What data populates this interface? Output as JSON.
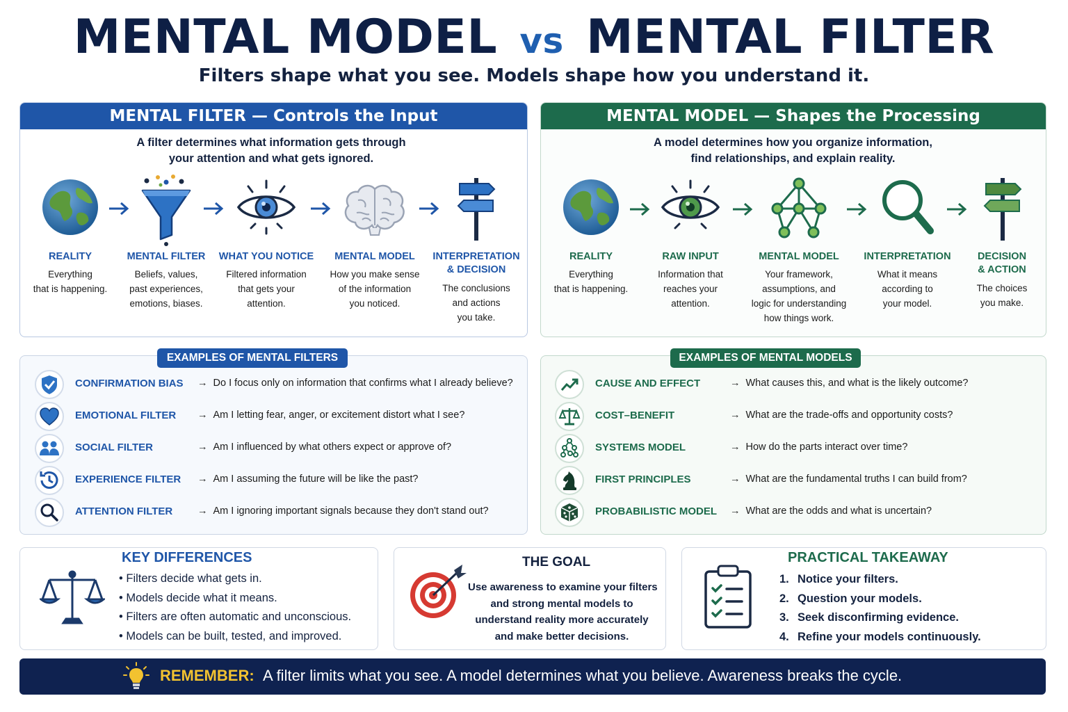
{
  "title": {
    "part1": "MENTAL MODEL",
    "vs": "vs",
    "part2": "MENTAL FILTER"
  },
  "subtitle": "Filters shape what you see. Models shape how you understand it.",
  "filter_panel": {
    "header": "MENTAL FILTER — Controls the Input",
    "desc_line1": "A filter determines what information gets through",
    "desc_line2": "your attention and what gets ignored.",
    "steps": [
      {
        "label1": "REALITY",
        "label2": "",
        "desc": [
          "Everything",
          "that is happening."
        ],
        "icon": "globe-icon"
      },
      {
        "label1": "MENTAL FILTER",
        "label2": "",
        "desc": [
          "Beliefs, values,",
          "past experiences,",
          "emotions, biases."
        ],
        "icon": "funnel-icon"
      },
      {
        "label1": "WHAT YOU NOTICE",
        "label2": "",
        "desc": [
          "Filtered information",
          "that gets your",
          "attention."
        ],
        "icon": "eye-icon"
      },
      {
        "label1": "MENTAL MODEL",
        "label2": "",
        "desc": [
          "How you make sense",
          "of the information",
          "you noticed."
        ],
        "icon": "brain-icon"
      },
      {
        "label1": "INTERPRETATION",
        "label2": "& DECISION",
        "desc": [
          "The conclusions",
          "and actions",
          "you take."
        ],
        "icon": "signpost-icon"
      }
    ]
  },
  "model_panel": {
    "header": "MENTAL MODEL — Shapes the Processing",
    "desc_line1": "A model determines how you organize information,",
    "desc_line2": "find relationships, and explain reality.",
    "steps": [
      {
        "label1": "REALITY",
        "label2": "",
        "desc": [
          "Everything",
          "that is happening."
        ],
        "icon": "globe-icon"
      },
      {
        "label1": "RAW INPUT",
        "label2": "",
        "desc": [
          "Information that",
          "reaches your",
          "attention."
        ],
        "icon": "eye-icon"
      },
      {
        "label1": "MENTAL MODEL",
        "label2": "",
        "desc": [
          "Your framework,",
          "assumptions, and",
          "logic for understanding",
          "how things work."
        ],
        "icon": "network-icon"
      },
      {
        "label1": "INTERPRETATION",
        "label2": "",
        "desc": [
          "What it means",
          "according to",
          "your model."
        ],
        "icon": "magnifier-icon"
      },
      {
        "label1": "DECISION",
        "label2": "& ACTION",
        "desc": [
          "The choices",
          "you make."
        ],
        "icon": "signpost-icon"
      }
    ]
  },
  "filter_examples": {
    "badge": "EXAMPLES OF MENTAL FILTERS",
    "arrow": "→",
    "items": [
      {
        "name": "CONFIRMATION BIAS",
        "question": "Do I focus only on information that confirms what I already believe?",
        "icon": "shield-check-icon"
      },
      {
        "name": "EMOTIONAL FILTER",
        "question": "Am I letting fear, anger, or excitement distort what I see?",
        "icon": "heart-icon"
      },
      {
        "name": "SOCIAL FILTER",
        "question": "Am I influenced by what others expect or approve of?",
        "icon": "people-icon"
      },
      {
        "name": "EXPERIENCE FILTER",
        "question": "Am I assuming the future will be like the past?",
        "icon": "history-icon"
      },
      {
        "name": "ATTENTION FILTER",
        "question": "Am I ignoring important signals because they don't stand out?",
        "icon": "search-icon"
      }
    ]
  },
  "model_examples": {
    "badge": "EXAMPLES OF MENTAL MODELS",
    "arrow": "→",
    "items": [
      {
        "name": "CAUSE AND EFFECT",
        "question": "What causes this, and what is the likely outcome?",
        "icon": "trend-icon"
      },
      {
        "name": "COST–BENEFIT",
        "question": "What are the trade-offs and opportunity costs?",
        "icon": "balance-icon"
      },
      {
        "name": "SYSTEMS MODEL",
        "question": "How do the parts interact over time?",
        "icon": "nodes-icon"
      },
      {
        "name": "FIRST PRINCIPLES",
        "question": "What are the fundamental truths I can build from?",
        "icon": "chess-knight-icon"
      },
      {
        "name": "PROBABILISTIC MODEL",
        "question": "What are the odds and what is uncertain?",
        "icon": "dice-icon"
      }
    ]
  },
  "key_differences": {
    "title": "KEY DIFFERENCES",
    "items": [
      "• Filters decide what gets in.",
      "• Models decide what it means.",
      "• Filters are often automatic and unconscious.",
      "• Models can be built, tested, and improved."
    ]
  },
  "goal": {
    "title": "THE GOAL",
    "lines": [
      "Use awareness to examine your filters",
      "and strong mental models to",
      "understand reality more accurately",
      "and make better decisions."
    ]
  },
  "takeaway": {
    "title": "PRACTICAL TAKEAWAY",
    "items": [
      {
        "num": "1.",
        "text": "Notice your filters."
      },
      {
        "num": "2.",
        "text": "Question your models."
      },
      {
        "num": "3.",
        "text": "Seek disconfirming evidence."
      },
      {
        "num": "4.",
        "text": "Refine your models continuously."
      }
    ]
  },
  "footer": {
    "label": "REMEMBER:",
    "text": "A filter limits what you see. A model determines what you believe. Awareness breaks the cycle."
  },
  "colors": {
    "blue": "#1f56a8",
    "green": "#1d6b4c",
    "navy": "#0f2250",
    "gold": "#f2c230"
  }
}
